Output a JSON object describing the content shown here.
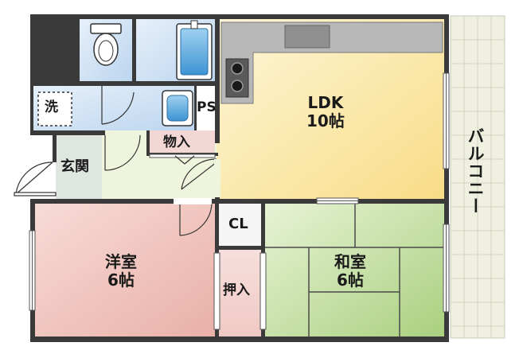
{
  "rooms": {
    "ldk": {
      "name": "LDK",
      "size": "10帖",
      "color": "#fbe9a8"
    },
    "western": {
      "name": "洋室",
      "size": "6帖",
      "color": "#f2c9c3"
    },
    "japanese": {
      "name": "和室",
      "size": "6帖",
      "color": "#cfe6b2"
    },
    "entrance": {
      "name": "玄関"
    },
    "storage": {
      "name": "物入"
    },
    "closet": {
      "name": "CL"
    },
    "oshiire": {
      "name": "押入"
    },
    "pipe_space": {
      "name": "PS"
    },
    "washer": {
      "name": "洗"
    },
    "balcony": {
      "name": "バルコニー"
    }
  },
  "colors": {
    "wall": "#3a3a3a",
    "wet_area": "#cfe0f3",
    "fixture_blue": "#5aa7dc",
    "hall": "#eef5dc",
    "balcony": "#efefdf"
  }
}
